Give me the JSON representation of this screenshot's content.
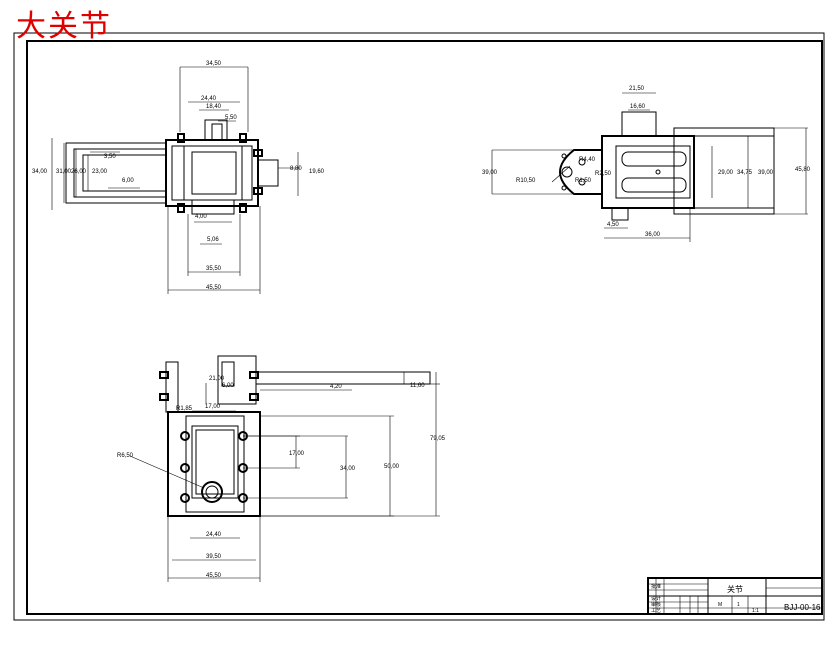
{
  "stamp_text": "大关节",
  "title_block": {
    "part_name": "关节",
    "drawing_number": "BJJ-00-16",
    "scale": "1:1",
    "sheet_count": "1",
    "mark": "M",
    "header_labels": [
      "设计",
      "审核",
      "工艺",
      "批准"
    ]
  },
  "views": {
    "top_left": {
      "dims": [
        "34,50",
        "24,40",
        "18,40",
        "5,50",
        "34,00",
        "31,00",
        "26,00",
        "23,00",
        "3,50",
        "6,00",
        "8,80",
        "19,60",
        "4,00",
        "5,06",
        "35,50",
        "45,50"
      ]
    },
    "top_right": {
      "dims": [
        "21,50",
        "16,60",
        "39,00",
        "R4,40",
        "R10,50",
        "R2,50",
        "R1,50",
        "29,00",
        "34,75",
        "39,00",
        "45,80",
        "4,50",
        "36,00"
      ]
    },
    "bottom": {
      "dims": [
        "R1,85",
        "17,00",
        "21,00",
        "6,00",
        "4,20",
        "11,60",
        "R6,50",
        "17,00",
        "34,00",
        "50,00",
        "79,05",
        "24,40",
        "39,50",
        "45,50"
      ]
    }
  }
}
